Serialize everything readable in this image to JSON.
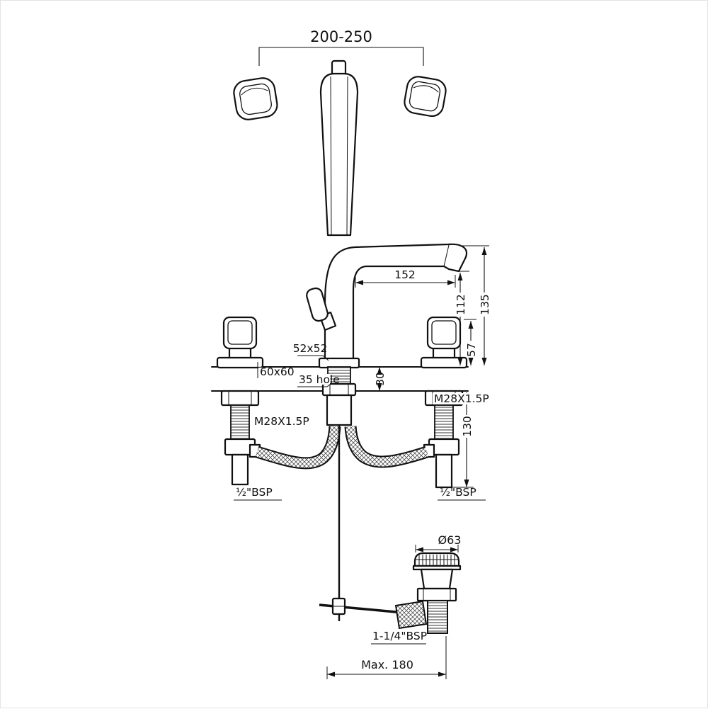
{
  "labels": {
    "spread": "200-250",
    "reach": "152",
    "h112": "112",
    "h135": "135",
    "h57": "57",
    "spout_base": "52x52",
    "handle_base": "60x60",
    "hole": "35 hole",
    "deck": "30",
    "thread_left": "M28X1.5P",
    "thread_right": "M28X1.5P",
    "shank": "130",
    "bsp_left": "½\"BSP",
    "bsp_right": "½\"BSP",
    "waste_dia": "Ø63",
    "waste_thread": "1-1/4\"BSP",
    "max": "Max. 180"
  }
}
